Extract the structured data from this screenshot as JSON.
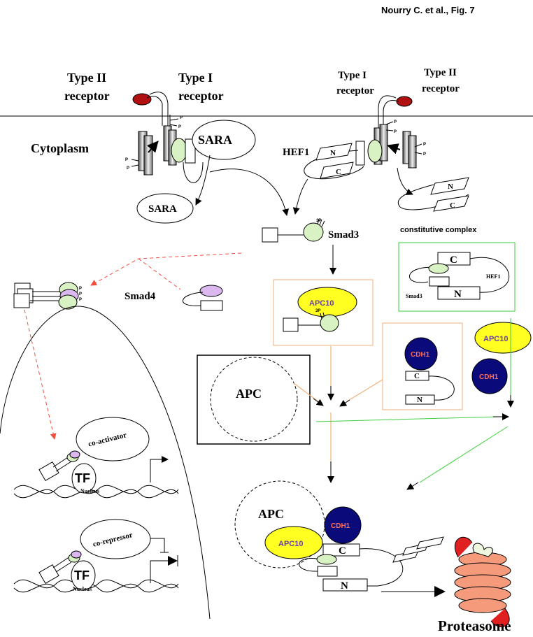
{
  "header": {
    "credit": "Nourry C. et al., Fig. 7"
  },
  "membrane": {
    "left_type2": [
      "Type II",
      "receptor"
    ],
    "left_type1": [
      "Type I",
      "receptor"
    ],
    "right_type1": [
      "Type I",
      "receptor"
    ],
    "right_type2": [
      "Type II",
      "receptor"
    ],
    "phospho": "P"
  },
  "labels": {
    "cytoplasm": "Cytoplasm",
    "sara_bound": "SARA",
    "sara_free": "SARA",
    "hef1": "HEF1",
    "smad3": "Smad3",
    "smad3_p": "3P",
    "smad4": "Smad4",
    "nucleus": "Nucleus",
    "proteasome": "Proteasome"
  },
  "complex_box": {
    "title": "constitutive complex",
    "c": "C",
    "n": "N",
    "hef1": "HEF1",
    "smad3": "Smad3"
  },
  "apc10_box": {
    "apc10": "APC10",
    "p": "3P"
  },
  "cdh1_box": {
    "cdh1": "CDH1",
    "c": "C",
    "n": "N"
  },
  "free_proteins": {
    "apc10": "APC10",
    "cdh1": "CDH1"
  },
  "apc_box": {
    "label": "APC"
  },
  "transcription": {
    "tf": "TF",
    "coactivator": "co-activator",
    "corepressor": "co-repressor"
  },
  "final_complex": {
    "apc": "APC",
    "cdh1": "CDH1",
    "apc10": "APC10",
    "c": "C",
    "n": "N"
  },
  "colors": {
    "orange_line": "#f0b27a",
    "green_line": "#3ecf3e",
    "red_dash": "#f05040",
    "apc10": "#ffff22",
    "cdh1": "#0a0a7a",
    "smad": "#d9f2c4"
  }
}
